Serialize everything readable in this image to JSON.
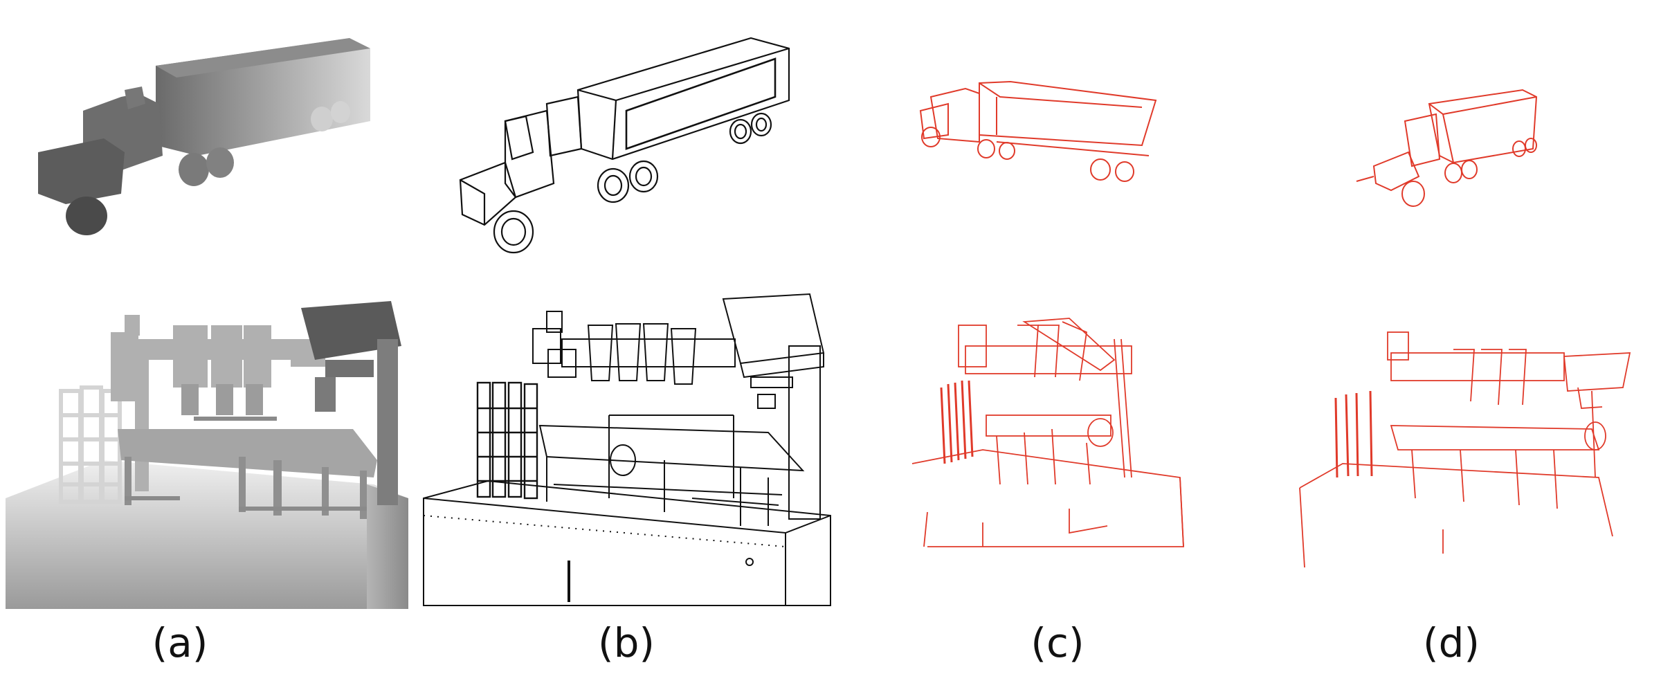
{
  "figure": {
    "captions": [
      "(a)",
      "(b)",
      "(c)",
      "(d)"
    ]
  },
  "colors": {
    "depth_dark": "#5a5a5a",
    "depth_light": "#e6e6e6",
    "line_black": "#111111",
    "line_red": "#e03a2a",
    "background": "#ffffff"
  }
}
